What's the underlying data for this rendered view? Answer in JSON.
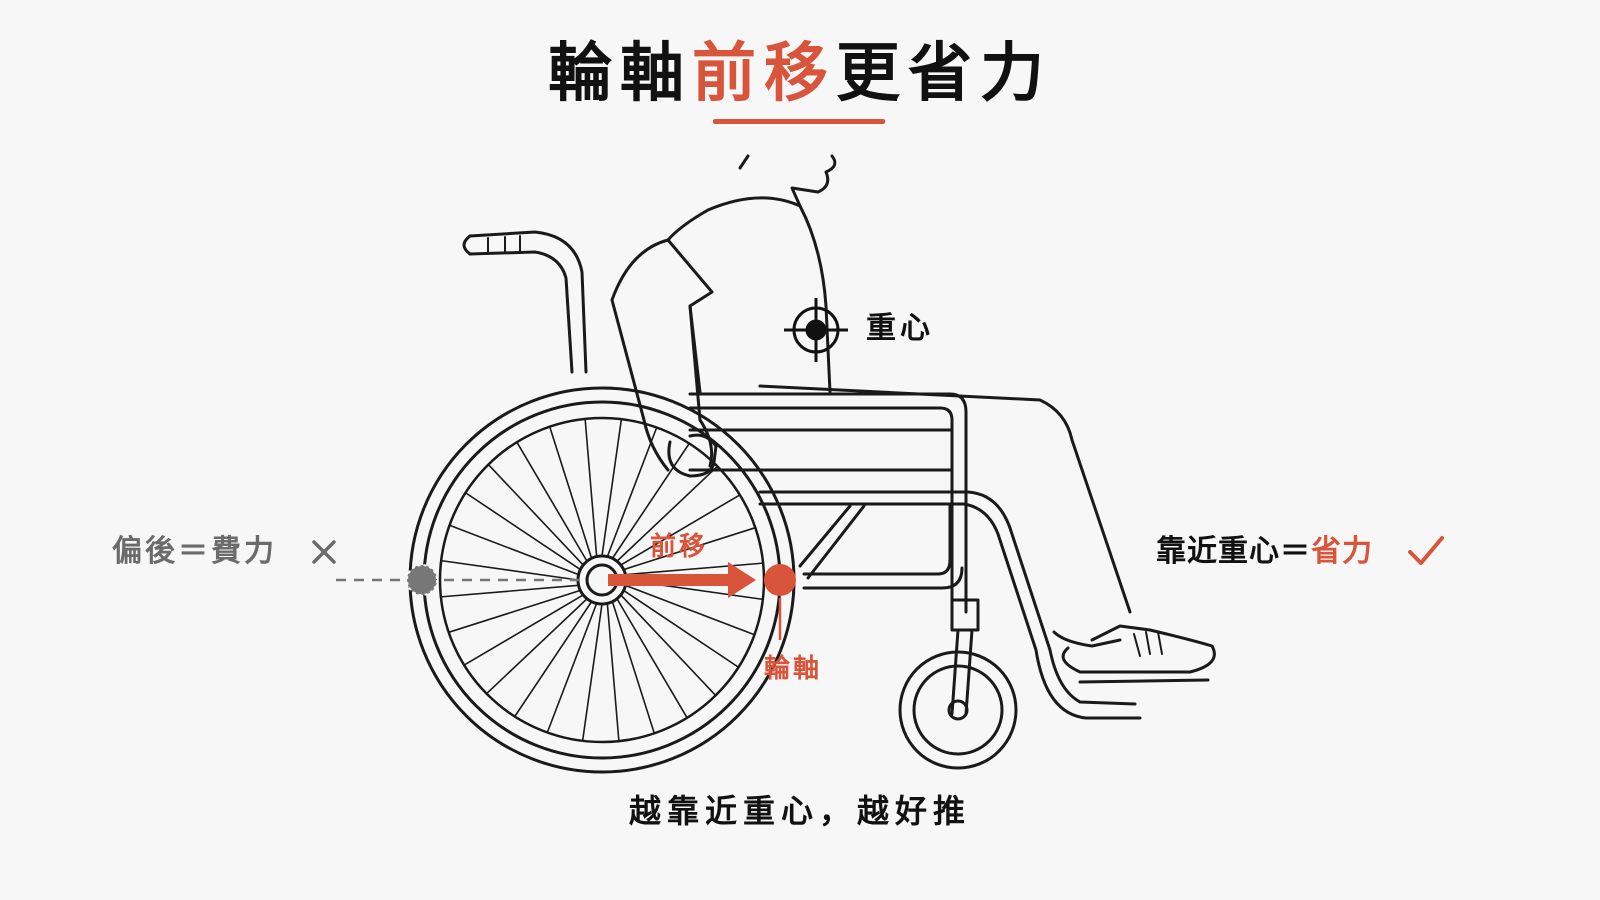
{
  "title": {
    "part1": "輪軸",
    "highlight": "前移",
    "part2": "更省力"
  },
  "labels": {
    "center_of_gravity": "重心",
    "rear_position": "偏後＝費力",
    "rear_mark": "✕",
    "near_cog_prefix": "靠近重心＝",
    "near_cog_highlight": "省力",
    "near_cog_mark": "✓",
    "move_forward": "前移",
    "axle": "輪軸"
  },
  "caption": "越靠近重心，越好推",
  "colors": {
    "accent": "#d8543a",
    "ink": "#111111",
    "muted": "#6b6b6b",
    "background": "#f7f7f7"
  },
  "icons": [
    "crosshair-icon",
    "arrow-right-icon",
    "cross-icon",
    "check-icon"
  ]
}
